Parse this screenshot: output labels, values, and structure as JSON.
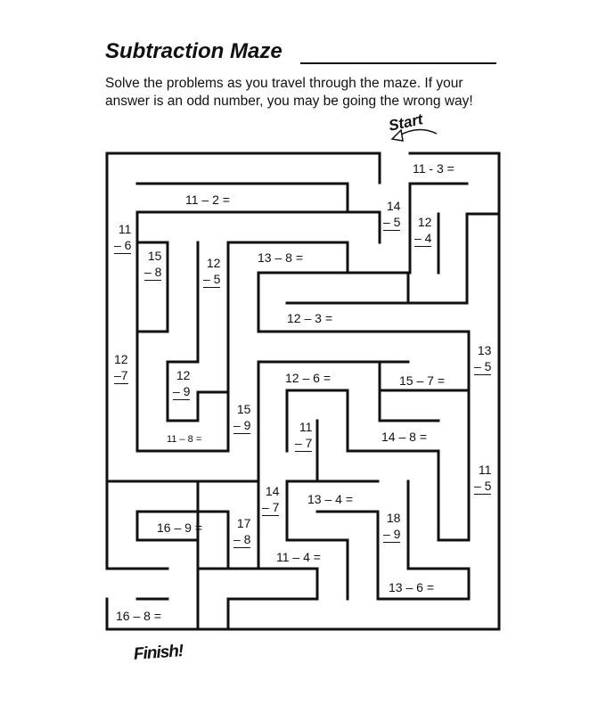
{
  "title": "Subtraction Maze",
  "instructions": "Solve the problems as you travel through the maze. If your answer is an odd number, you may be going the wrong way!",
  "start_label": "Start",
  "finish_label": "Finish!",
  "inline_problems": {
    "p_11_3": "11 - 3 =",
    "p_11_2": "11 – 2 =",
    "p_13_8": "13 – 8 =",
    "p_12_3": "12 – 3 =",
    "p_12_6": "12 – 6 =",
    "p_15_7": "15 – 7 =",
    "p_14_8": "14 – 8 =",
    "p_11_8": "11 – 8 =",
    "p_13_4": "13 – 4 =",
    "p_16_9": "16 – 9 =",
    "p_11_4": "11 – 4 =",
    "p_13_6": "13 – 6 =",
    "p_16_8": "16 – 8 ="
  },
  "stacked_problems": {
    "s_14_5": {
      "top": "14",
      "bottom": "– 5"
    },
    "s_12_4": {
      "top": "12",
      "bottom": "– 4"
    },
    "s_11_6": {
      "top": "11",
      "bottom": "– 6"
    },
    "s_15_8": {
      "top": "15",
      "bottom": "– 8"
    },
    "s_12_5": {
      "top": "12",
      "bottom": "– 5"
    },
    "s_12_7": {
      "top": "12",
      "bottom": "–7"
    },
    "s_12_9": {
      "top": "12",
      "bottom": "– 9"
    },
    "s_15_9": {
      "top": "15",
      "bottom": "– 9"
    },
    "s_13_5": {
      "top": "13",
      "bottom": "– 5"
    },
    "s_11_7": {
      "top": "11",
      "bottom": "– 7"
    },
    "s_11_5": {
      "top": "11",
      "bottom": "– 5"
    },
    "s_14_7": {
      "top": "14",
      "bottom": "– 7"
    },
    "s_18_9": {
      "top": "18",
      "bottom": "– 9"
    },
    "s_17_8": {
      "top": "17",
      "bottom": "– 8"
    }
  }
}
